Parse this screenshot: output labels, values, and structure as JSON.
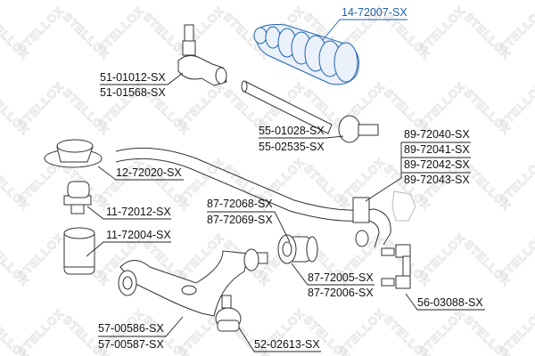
{
  "watermark": "STELLOX",
  "colors": {
    "highlight": "#1f63b0",
    "line": "#222222",
    "watermark": "#dcdcdc"
  },
  "parts": {
    "boot": [
      "14-72007-SX"
    ],
    "tie_rod_end": [
      "51-01012-SX",
      "51-01568-SX"
    ],
    "inner_tie_rod": [
      "55-01028-SX",
      "55-02535-SX"
    ],
    "stabilizer_bushing": [
      "89-72040-SX",
      "89-72041-SX",
      "89-72042-SX",
      "89-72043-SX"
    ],
    "strut_mount": [
      "12-72020-SX"
    ],
    "bushing_small": [
      "11-72012-SX"
    ],
    "bushing_large": [
      "11-72004-SX"
    ],
    "arm_bushing_front": [
      "87-72068-SX",
      "87-72069-SX"
    ],
    "arm_bushing_rear": [
      "87-72005-SX",
      "87-72006-SX"
    ],
    "stabilizer_link": [
      "56-03088-SX"
    ],
    "control_arm": [
      "57-00586-SX",
      "57-00587-SX"
    ],
    "ball_joint": [
      "52-02613-SX"
    ]
  }
}
